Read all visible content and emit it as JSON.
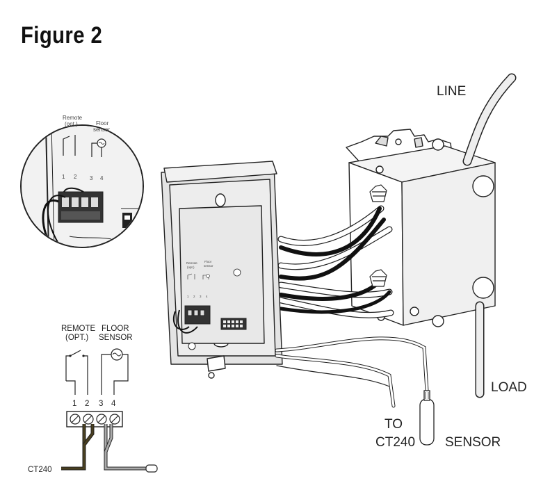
{
  "figure": {
    "title": "Figure 2"
  },
  "labels": {
    "line": "LINE",
    "load": "LOAD",
    "to": "TO",
    "ct240": "CT240",
    "sensor": "SENSOR",
    "ct240_bottom": "CT240"
  },
  "schematic": {
    "remote_line1": "REMOTE",
    "remote_line2": "(OPT.)",
    "floor_line1": "FLOOR",
    "floor_line2": "SENSOR",
    "terminals": [
      "1",
      "2",
      "3",
      "4"
    ]
  },
  "inset": {
    "remote_line1": "Remote",
    "remote_line2": "(opt.)",
    "floor_line1": "Floor",
    "floor_line2": "sensor",
    "terminals": [
      "1",
      "2",
      "3",
      "4"
    ]
  },
  "thermostat": {
    "remote_line1": "Remote",
    "remote_line2": "(opt.)",
    "floor_line1": "Floor",
    "floor_line2": "sensor",
    "terminals": [
      "1",
      "2",
      "3",
      "4"
    ]
  },
  "colors": {
    "ct240_wire": "#4a4020",
    "sensor_wire": "#aaaaaa",
    "outline": "#222222",
    "panel_fill": "#e6e6e6"
  }
}
